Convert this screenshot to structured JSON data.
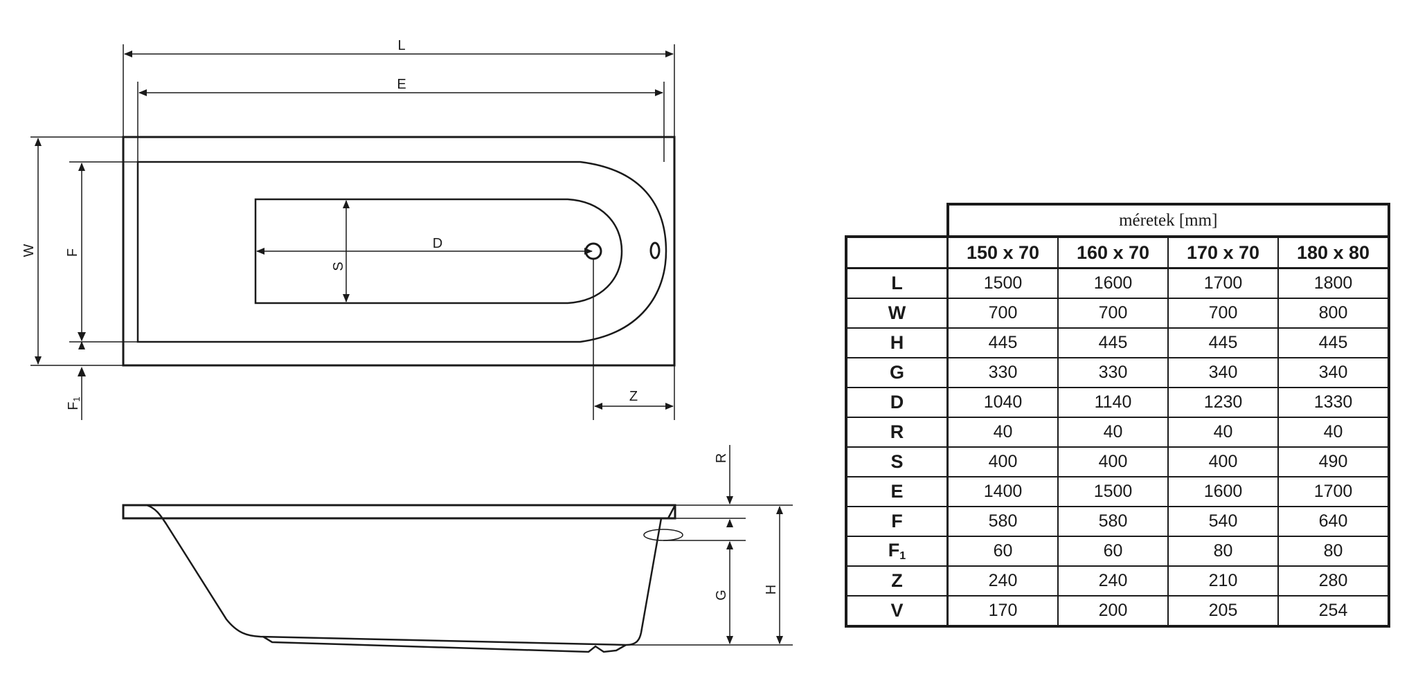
{
  "drawing": {
    "labels": {
      "L": "L",
      "E": "E",
      "W": "W",
      "F": "F",
      "F1": "F",
      "F1_sub": "1",
      "D": "D",
      "S": "S",
      "Z": "Z",
      "R": "R",
      "G": "G",
      "H": "H"
    }
  },
  "table": {
    "caption": "méretek [mm]",
    "sizes": [
      "150 x 70",
      "160 x 70",
      "170 x 70",
      "180 x 80"
    ],
    "rows": [
      {
        "label": "L",
        "sub": "",
        "values": [
          "1500",
          "1600",
          "1700",
          "1800"
        ]
      },
      {
        "label": "W",
        "sub": "",
        "values": [
          "700",
          "700",
          "700",
          "800"
        ]
      },
      {
        "label": "H",
        "sub": "",
        "values": [
          "445",
          "445",
          "445",
          "445"
        ]
      },
      {
        "label": "G",
        "sub": "",
        "values": [
          "330",
          "330",
          "340",
          "340"
        ]
      },
      {
        "label": "D",
        "sub": "",
        "values": [
          "1040",
          "1140",
          "1230",
          "1330"
        ]
      },
      {
        "label": "R",
        "sub": "",
        "values": [
          "40",
          "40",
          "40",
          "40"
        ]
      },
      {
        "label": "S",
        "sub": "",
        "values": [
          "400",
          "400",
          "400",
          "490"
        ]
      },
      {
        "label": "E",
        "sub": "",
        "values": [
          "1400",
          "1500",
          "1600",
          "1700"
        ]
      },
      {
        "label": "F",
        "sub": "",
        "values": [
          "580",
          "580",
          "540",
          "640"
        ]
      },
      {
        "label": "F",
        "sub": "1",
        "values": [
          "60",
          "60",
          "80",
          "80"
        ]
      },
      {
        "label": "Z",
        "sub": "",
        "values": [
          "240",
          "240",
          "210",
          "280"
        ]
      },
      {
        "label": "V",
        "sub": "",
        "values": [
          "170",
          "200",
          "205",
          "254"
        ]
      }
    ]
  }
}
